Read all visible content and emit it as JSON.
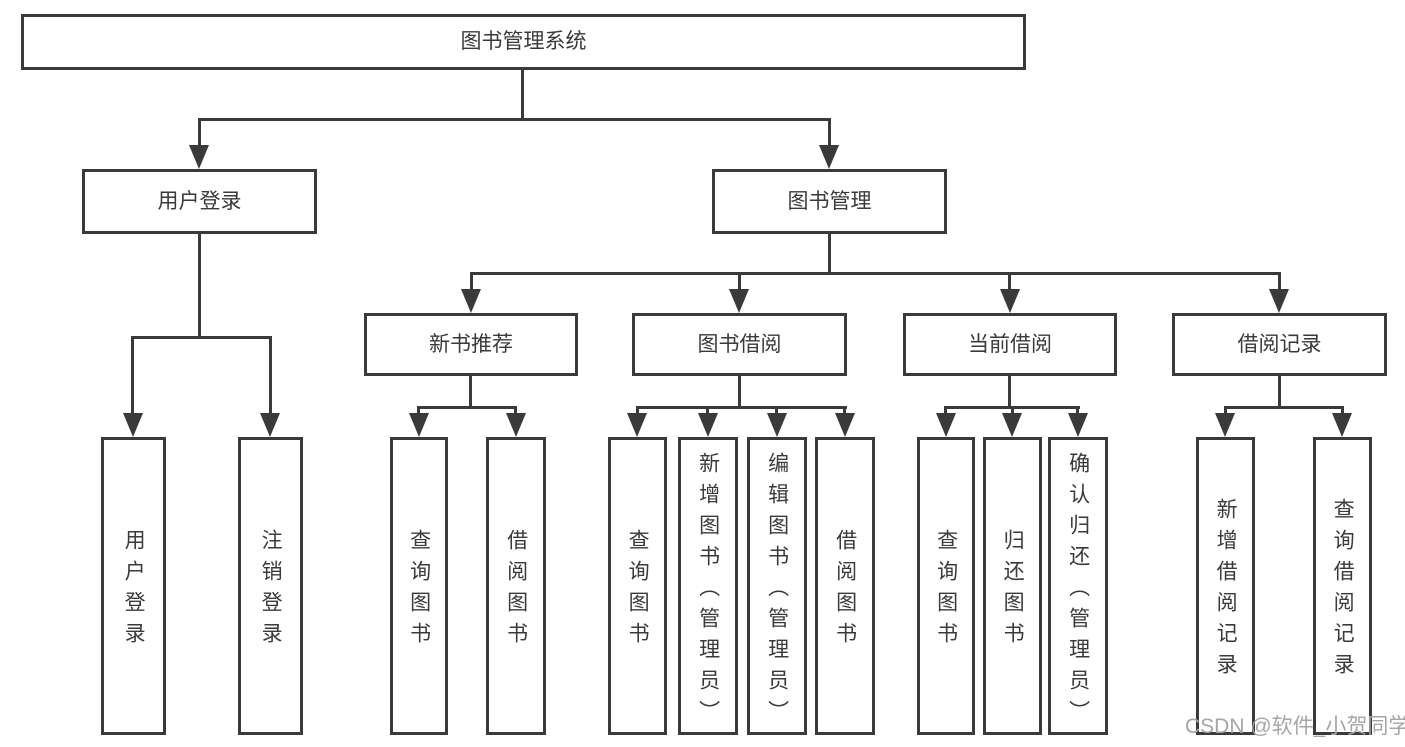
{
  "diagram": {
    "type": "hierarchy",
    "line_color": "#3a3a3a",
    "box_background": "#ffffff",
    "text_color": "#3a3a3a",
    "root": {
      "label": "图书管理系统",
      "children": [
        {
          "label": "用户登录",
          "children": [
            {
              "label": "用户登录"
            },
            {
              "label": "注销登录"
            }
          ]
        },
        {
          "label": "图书管理",
          "children": [
            {
              "label": "新书推荐",
              "children": [
                {
                  "label": "查询图书"
                },
                {
                  "label": "借阅图书"
                }
              ]
            },
            {
              "label": "图书借阅",
              "children": [
                {
                  "label": "查询图书"
                },
                {
                  "label": "新增图书（管理员）"
                },
                {
                  "label": "编辑图书（管理员）"
                },
                {
                  "label": "借阅图书"
                }
              ]
            },
            {
              "label": "当前借阅",
              "children": [
                {
                  "label": "查询图书"
                },
                {
                  "label": "归还图书"
                },
                {
                  "label": "确认归还（管理员）"
                }
              ]
            },
            {
              "label": "借阅记录",
              "children": [
                {
                  "label": "新增借阅记录"
                },
                {
                  "label": "查询借阅记录"
                }
              ]
            }
          ]
        }
      ]
    }
  },
  "watermark": {
    "text": "CSDN @软件_小贺同学",
    "color": "#a6a6a6"
  }
}
